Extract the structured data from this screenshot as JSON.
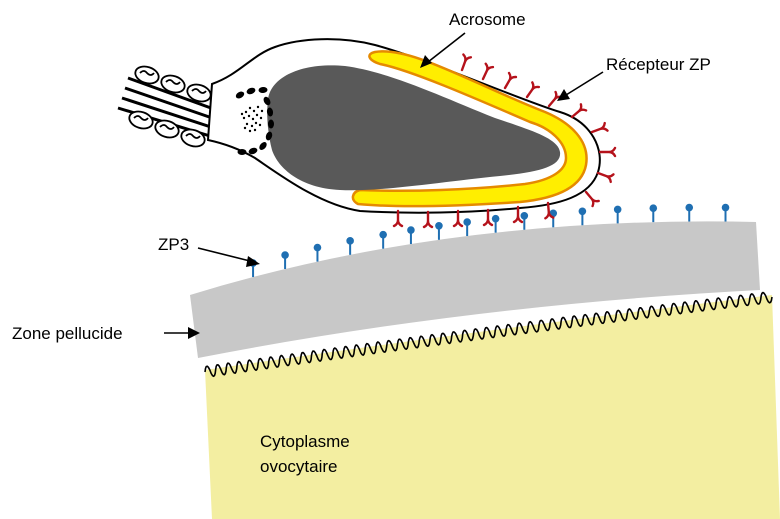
{
  "labels": {
    "acrosome": "Acrosome",
    "zp_receptor": "Récepteur ZP",
    "zp3": "ZP3",
    "zona": "Zone pellucide",
    "cytoplasm_line1": "Cytoplasme",
    "cytoplasm_line2": "ovocytaire"
  },
  "colors": {
    "background": "#ffffff",
    "cytoplasm": "#f3eea1",
    "zona": "#c8c8c8",
    "nucleus": "#595959",
    "acrosome_fill": "#ffee00",
    "acrosome_rim": "#e58a00",
    "receptor": "#b5121b",
    "zp3": "#1f6fb2",
    "outline": "#000000"
  }
}
